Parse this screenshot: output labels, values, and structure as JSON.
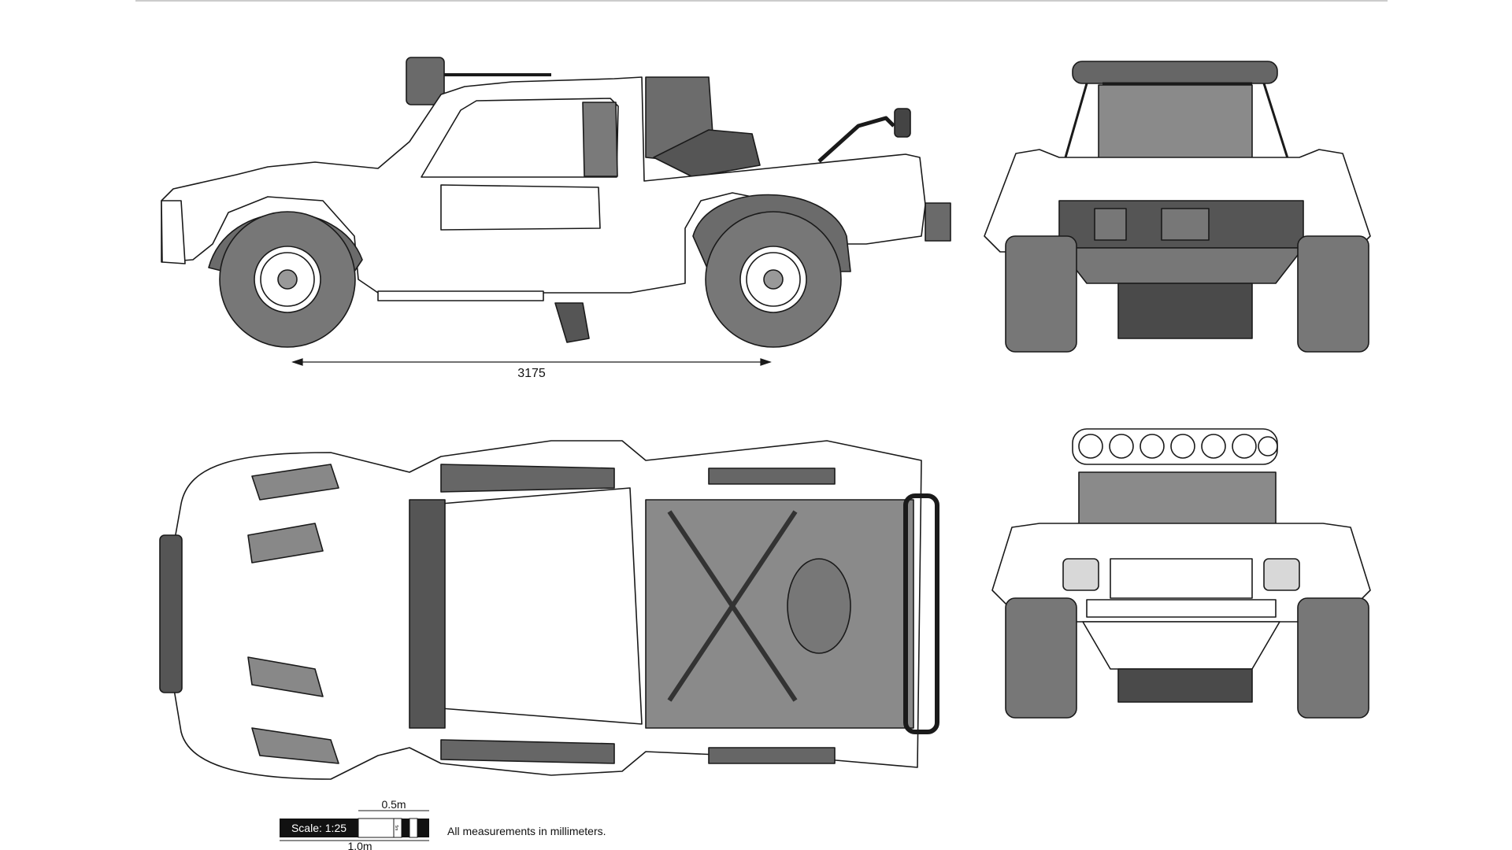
{
  "dimension": {
    "wheelbase_value": "3175"
  },
  "scale_bar": {
    "label": "Scale: 1:25",
    "half_label": "0.5m",
    "full_label": "1.0m",
    "small_mark": "5m"
  },
  "note": "All measurements in millimeters.",
  "colors": {
    "body": "#ffffff",
    "panel": "#7f7f7f",
    "dark": "#5e5e5e",
    "tire": "#777777",
    "line": "#1a1a1a"
  }
}
